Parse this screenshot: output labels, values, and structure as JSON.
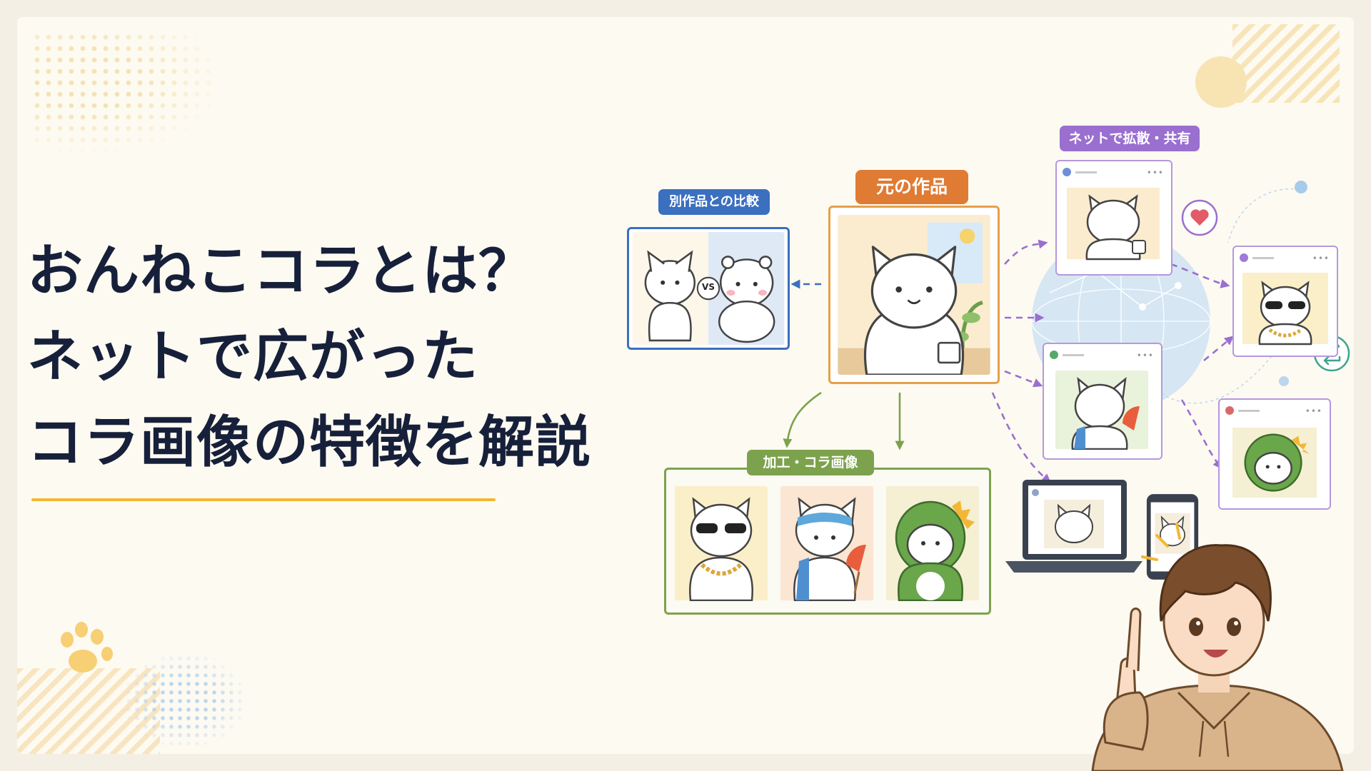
{
  "title": {
    "line1": "おんねこコラとは？",
    "line2": "ネットで広がった",
    "line3": "コラ画像の特徴を解説"
  },
  "labels": {
    "original": "元の作品",
    "compare": "別作品との比較",
    "edited": "加工・コラ画像",
    "spread": "ネットで拡散・共有",
    "vs": "VS"
  },
  "colors": {
    "title": "#17203a",
    "underline": "#f2b735",
    "original": "#e07b33",
    "compare": "#3b6fc0",
    "edited": "#7da24d",
    "spread": "#9a6fcf"
  }
}
